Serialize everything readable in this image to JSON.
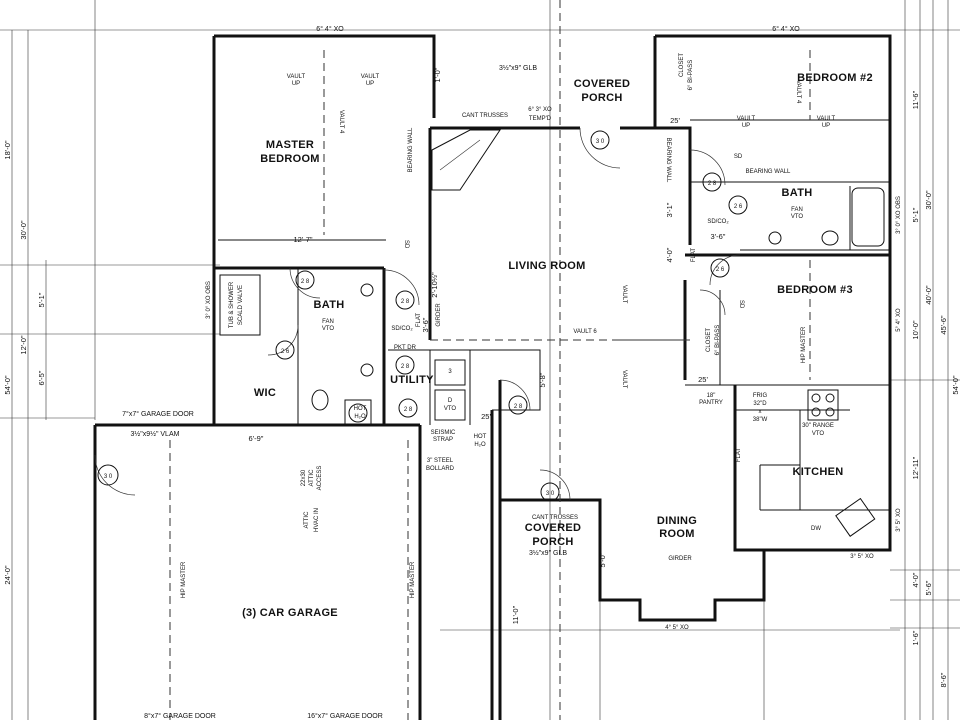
{
  "rooms": {
    "master_bedroom": [
      "MASTER",
      "BEDROOM"
    ],
    "covered_porch_top": [
      "COVERED",
      "PORCH"
    ],
    "bedroom2": "BEDROOM #2",
    "bath_top": "BATH",
    "living_room": "LIVING ROOM",
    "bath_master": "BATH",
    "bedroom3": "BEDROOM #3",
    "wic": "WIC",
    "utility": "UTILITY",
    "kitchen": "KITCHEN",
    "covered_porch_bottom": [
      "COVERED",
      "PORCH"
    ],
    "dining_room": [
      "DINING",
      "ROOM"
    ],
    "garage": "(3) CAR GARAGE"
  },
  "labels": {
    "vault_up": [
      "VAULT",
      "UP"
    ],
    "vault_4": "VAULT 4",
    "vault_6": "VAULT 6",
    "bearing_wall": "BEARING WALL",
    "sd": "SD",
    "sd_co2": "SD/CO₂",
    "fan_vto": [
      "FAN",
      "VTO"
    ],
    "closet": "CLOSET",
    "bipass": "6° BI-PASS",
    "hip_master": "HIP MASTER",
    "flat": "FLAT",
    "girder": "GIRDER",
    "pkt_dr": "PKT DR",
    "hot_h2o": [
      "HOT",
      "H₂O"
    ],
    "seismic_strap": [
      "SEISMIC",
      "STRAP"
    ],
    "steel_bollard": [
      "3\" STEEL",
      "BOLLARD"
    ],
    "hvac_attic": [
      "HVAC IN",
      "ATTIC"
    ],
    "attic_access": [
      "22x30",
      "ATTIC",
      "ACCESS"
    ],
    "pantry": [
      "18\"",
      "PANTRY"
    ],
    "frig": [
      "FRIG",
      "32\"D",
      "x",
      "38\"W"
    ],
    "range": [
      "30\" RANGE",
      "VTO"
    ],
    "dw": "DW",
    "tub_shower": [
      "TUB & SHOWER",
      "SCALD VALVE"
    ],
    "cant_trusses": "CANT TRUSSES",
    "glb_top": "3½\"x9\" GLB",
    "glb_bottom": "3½\"x9\" GLB",
    "temp_d": [
      "6° 3° XO",
      "TEMP'D"
    ],
    "garage_door_7": "7°x7° GARAGE DOOR",
    "vlam": "3½\"x9½\" VLAM",
    "garage_door_8": "8°x7° GARAGE DOOR",
    "garage_door_16": "16°x7° GARAGE DOOR",
    "window_top_left": "6° 4° XO",
    "window_top_right": "6° 4° XO",
    "window_obs_left": "3° 0° XO OBS",
    "window_obs_right": "3° 0° XO OBS",
    "window_bed3": "5° 4° XO",
    "window_kitchen": "3° 5° XO",
    "window_kitchen_bottom": "3° 5° XO",
    "window_dining": "4° 5° XO",
    "door_3": "3",
    "door_26": "2 6",
    "door_28": "2 8",
    "door_30": "3 0",
    "dryer": [
      "D",
      "VTO"
    ],
    "washer": "3"
  },
  "dimensions": {
    "left": [
      "18'-0\"",
      "30'-0\"",
      "5'-1\"",
      "6'-5\"",
      "12'-0\"",
      "54'-0\"",
      "24'-0\""
    ],
    "master_width": "12'-7\"",
    "wic_width": "6'-9\"",
    "util": [
      "2'-10½\"",
      "3'-6\""
    ],
    "hall": "3'-1\"",
    "hall_b": "4'-0\"",
    "bath2_b": "3'-6\"",
    "kitchen_side": "5'-8\"",
    "porch_side": "5'-0\"",
    "porch_top": "1'-0\"",
    "porch_bottom": "11'-0\"",
    "ref_25": "25'",
    "right_inner": [
      "11'-6\"",
      "5'-1\"",
      "10'-0\"",
      "12'-11\"",
      "4'-0\"",
      "1'-6\""
    ],
    "right_outer": [
      "30'-0\"",
      "40'-0\"",
      "45'-6\"",
      "54'-0\"",
      "5'-6\"",
      "8'-6\""
    ]
  }
}
